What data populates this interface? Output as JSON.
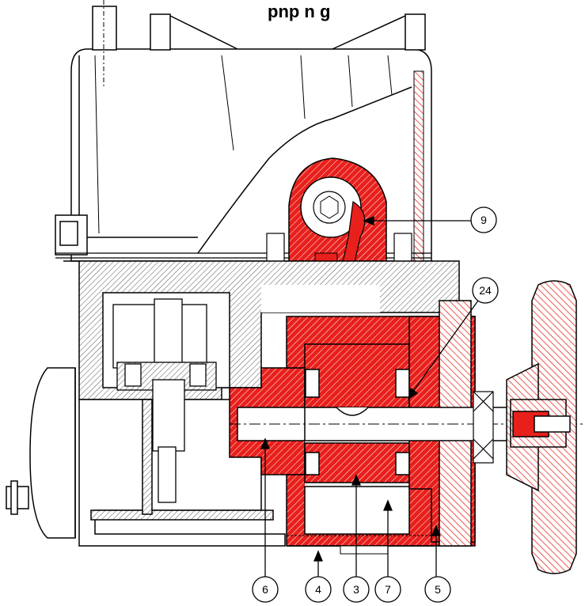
{
  "title_fragment": "pnp n g",
  "colors": {
    "section_red": "#e8201c",
    "line": "#000000",
    "hatch_gray": "#666666",
    "background": "#ffffff"
  },
  "callouts": [
    {
      "id": "callout-9",
      "label": "9"
    },
    {
      "id": "callout-24",
      "label": "24"
    },
    {
      "id": "callout-6",
      "label": "6"
    },
    {
      "id": "callout-4",
      "label": "4"
    },
    {
      "id": "callout-3",
      "label": "3"
    },
    {
      "id": "callout-7",
      "label": "7"
    },
    {
      "id": "callout-5",
      "label": "5"
    }
  ]
}
